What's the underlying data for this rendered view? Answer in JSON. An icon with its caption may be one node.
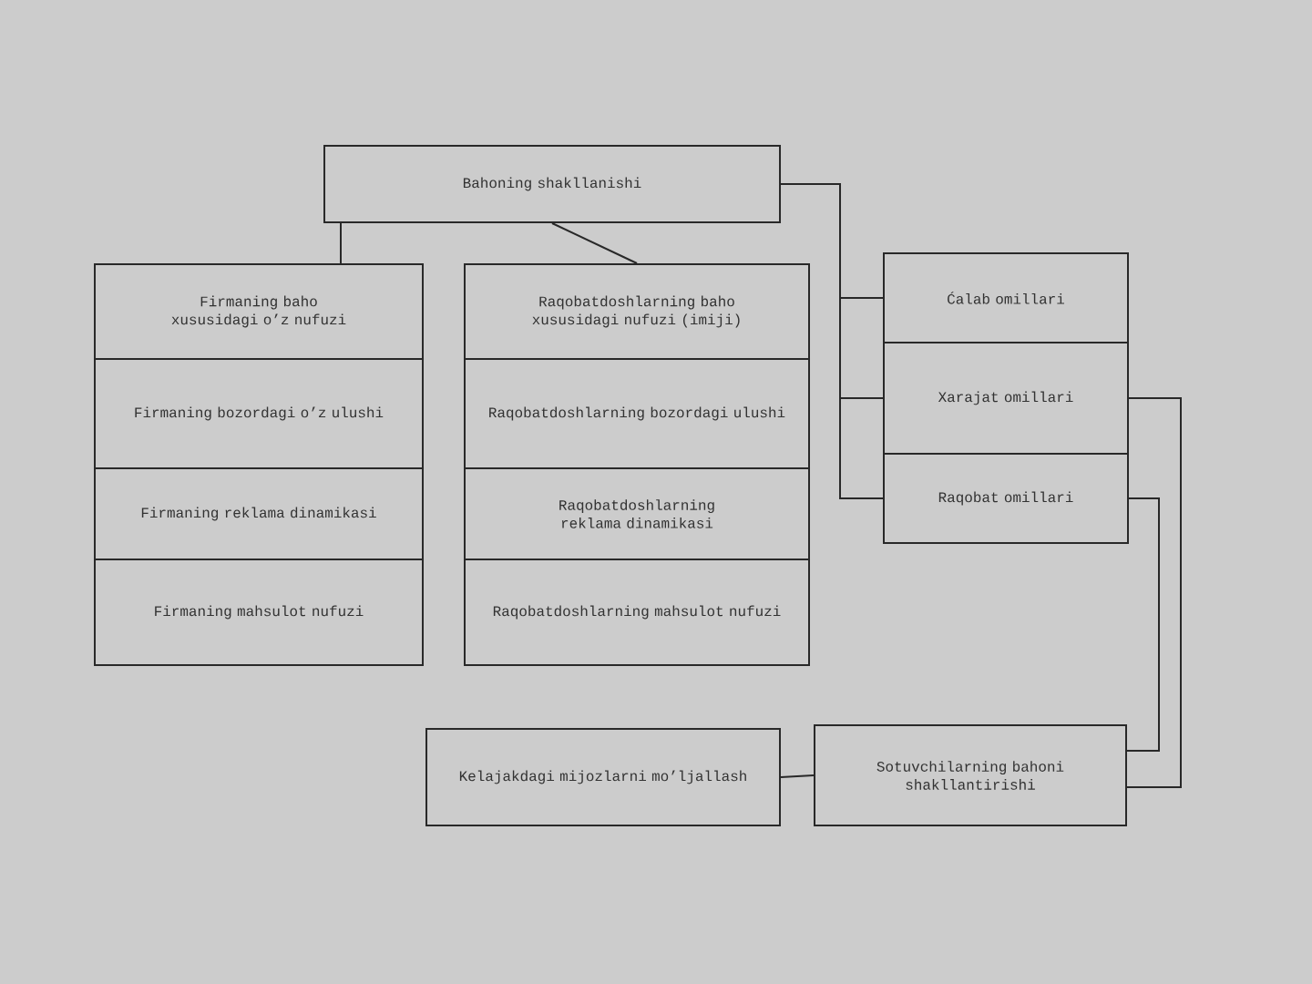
{
  "diagram": {
    "nodes": [
      {
        "text": [
          "Bahoning shakllanishi"
        ]
      },
      {
        "text": [
          "Firmaning baho xususidagi o’z nufuzi"
        ]
      },
      {
        "text": [
          "Firmaning bozordagi o’z ulushi"
        ]
      },
      {
        "text": [
          "Firmaning reklama dinamikasi"
        ]
      },
      {
        "text": [
          "Firmaning mahsulot nufuzi"
        ]
      },
      {
        "text": [
          "Raqobatdoshlarning baho xususidagi nufuzi (imiji)"
        ]
      },
      {
        "text": [
          "Raqobatdoshlarning bozordagi ulushi"
        ]
      },
      {
        "text": [
          "Raqobatdoshlarning reklama dinamikasi"
        ]
      },
      {
        "text": [
          "Raqobatdoshlarning mahsulot nufuzi"
        ]
      },
      {
        "text": [
          "Ćalab omillari"
        ]
      },
      {
        "text": [
          "Xarajat omillari"
        ]
      },
      {
        "text": [
          "Raqobat omillari"
        ]
      },
      {
        "text": [
          "Kelajakdagi mijozlarni mo’ljallash"
        ]
      },
      {
        "text": [
          "Sotuvchilarning bahoni shakllantirishi"
        ]
      }
    ],
    "edges": [
      {
        "from": 0,
        "to": 1,
        "arrow": "none"
      },
      {
        "from": 0,
        "to": 5,
        "arrow": "none"
      },
      {
        "from": 0,
        "to": 9,
        "arrow": "none"
      },
      {
        "from": 0,
        "to": 10,
        "arrow": "none"
      },
      {
        "from": 0,
        "to": 11,
        "arrow": "none"
      },
      {
        "from": 10,
        "to": 13,
        "arrow": "none"
      },
      {
        "from": 11,
        "to": 13,
        "arrow": "none"
      },
      {
        "from": 12,
        "to": 13,
        "arrow": "none"
      }
    ]
  }
}
